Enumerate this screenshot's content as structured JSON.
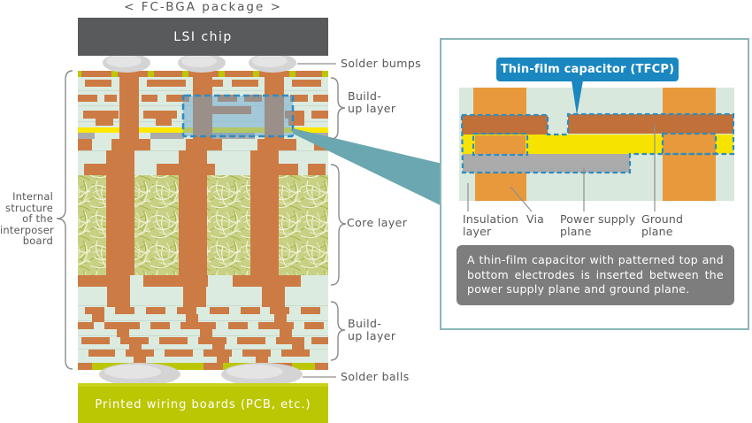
{
  "palette": {
    "chip_gray": "#595a5c",
    "copper": "#cd7b44",
    "copper_light": "#e8993c",
    "ground_plane_orange": "#c1703a",
    "buildup_mint": "#dcebe0",
    "solder_resist_olive": "#bcc704",
    "tfc_yellow": "#ffe800",
    "power_plane_gray": "#ababab",
    "highlight_dash_blue": "#2e8cc0",
    "callout_label_blue": "#1a87c0",
    "zoom_wedge_teal": "#6ba7b0",
    "caption_gray": "#7d7d7d"
  },
  "title": "< FC-BGA package >",
  "package": {
    "chip_label": "LSI chip",
    "pcb_label": "Printed wiring boards (PCB, etc.)"
  },
  "left_label": {
    "lines": [
      "Internal",
      "structure",
      "of the",
      "interposer",
      "board"
    ]
  },
  "layer_labels": {
    "solder_bumps": "Solder bumps",
    "buildup_upper": [
      "Build-",
      "up layer"
    ],
    "core": "Core layer",
    "buildup_lower": [
      "Build-",
      "up layer"
    ],
    "solder_balls": "Solder balls"
  },
  "inset": {
    "tfcp_label": "Thin-film capacitor (TFCP)",
    "part_labels": {
      "insulation": "Insulation layer",
      "via": "Via",
      "power": "Power supply plane",
      "ground": "Ground plane"
    },
    "caption": "A thin-film capacitor with patterned top and bottom electrodes is inserted between the power supply plane and ground plane."
  }
}
